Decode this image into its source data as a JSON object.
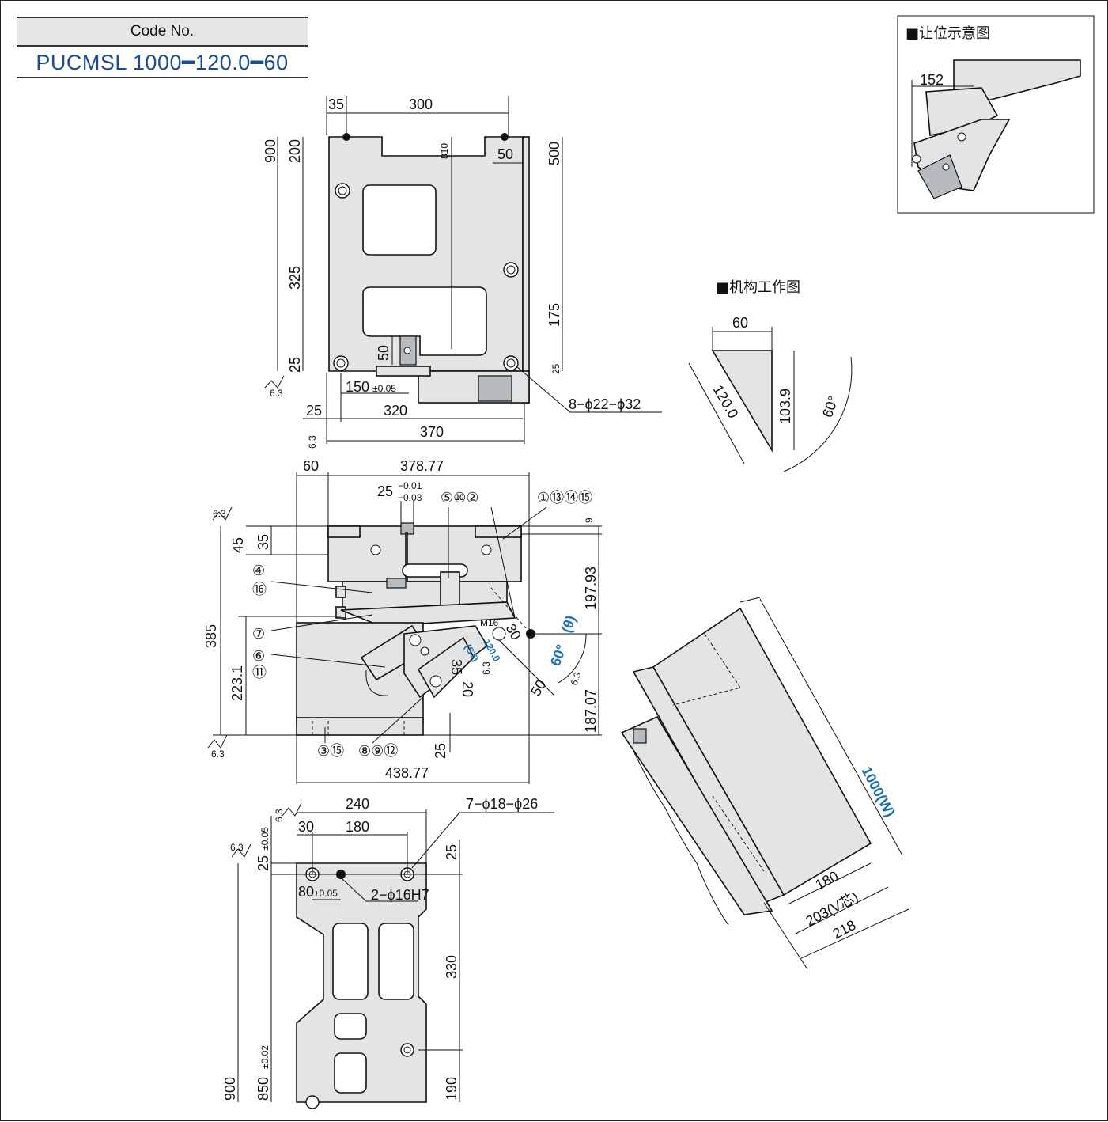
{
  "code": {
    "label": "Code No.",
    "value": "PUCMSL 1000━120.0━60"
  },
  "insets": {
    "clearance_title": "■让位示意图",
    "clearance_dim": "152",
    "mechanism_title": "■机构工作图",
    "mech_dims": {
      "top": "60",
      "slant": "120.0",
      "height": "103.9",
      "angle": "60°"
    }
  },
  "top_view": {
    "d35": "35",
    "d300": "300",
    "d900": "900",
    "d200": "200",
    "d810": "810",
    "d50a": "50",
    "d500": "500",
    "d325": "325",
    "d175": "175",
    "d50b": "50",
    "d25a": "25",
    "d25b": "25",
    "tol150": "150",
    "tol150_suffix": "±0.05",
    "d25c": "25",
    "d320": "320",
    "d370": "370",
    "holes": "8−ϕ22−ϕ32",
    "rough1": "6.3",
    "rough2": "6.3"
  },
  "side_view": {
    "d60": "60",
    "d37877": "378.77",
    "d25tol": "25",
    "tol_up": "−0.01",
    "tol_dn": "−0.03",
    "call_5_10_2": "⑤⑩②",
    "call_1_13_14_15": "①⑬⑭⑮",
    "d9": "9",
    "d45": "45",
    "d35": "35",
    "d19793": "197.93",
    "call_4": "④",
    "call_16": "⑯",
    "call_7": "⑦",
    "call_6": "⑥",
    "call_11": "⑪",
    "d385": "385",
    "d2231": "223.1",
    "m16": "M16",
    "d30": "30",
    "st": "(ST)",
    "st_val": "120.0",
    "d35b": "35",
    "d20": "20",
    "d50": "50",
    "angle": "60°",
    "theta": "(θ)",
    "d18707": "187.07",
    "call_3_15": "③⑮",
    "call_8_9_12": "⑧⑨⑫",
    "d25": "25",
    "d43877": "438.77",
    "rough_a": "6.3",
    "rough_b": "6.3",
    "rough_c": "6.3",
    "rough_d": "6.3"
  },
  "bottom_view": {
    "d240": "240",
    "holes": "7−ϕ18−ϕ26",
    "d30": "30",
    "d180": "180",
    "d25tol": "25",
    "tol_suffix": "±0.05",
    "d25": "25",
    "d80": "80",
    "d80_suffix": "±0.05",
    "pin": "2−ϕ16H7",
    "d330": "330",
    "d900": "900",
    "d850": "850",
    "d850_suffix": "±0.02",
    "d190": "190",
    "rough_a": "6.3",
    "rough_b": "6.3"
  },
  "iso_view": {
    "width": "1000(W)",
    "d180": "180",
    "d203": "203(V芯)",
    "d218": "218"
  }
}
